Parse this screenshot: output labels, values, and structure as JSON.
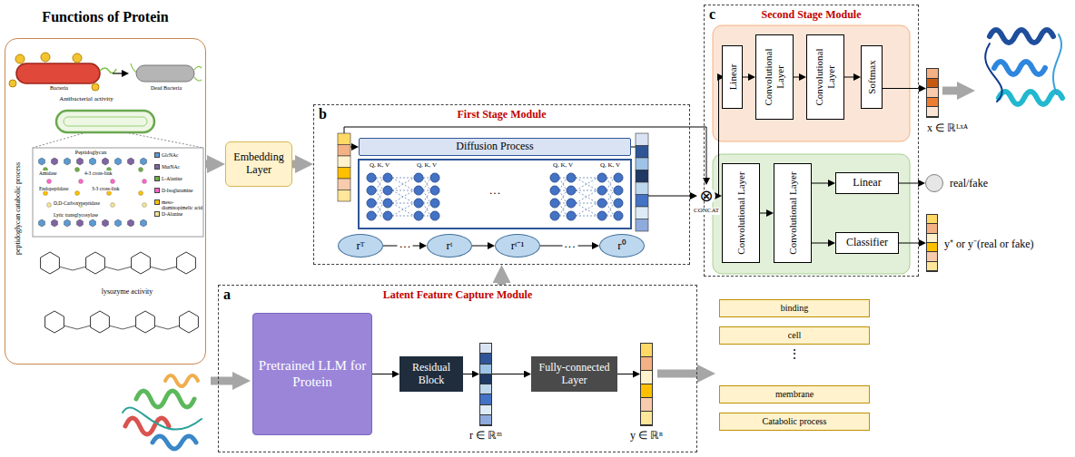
{
  "diagram": {
    "nodes": [
      {
        "text": [
          "Functions of Protein"
        ]
      },
      {
        "text": [
          "Embedding Layer"
        ]
      },
      {
        "text": [
          "b",
          "First Stage Module"
        ]
      },
      {
        "text": [
          "Diffusion Process"
        ],
        "in": 2
      },
      {
        "text": [
          "rᵀ"
        ],
        "in": 2
      },
      {
        "text": [
          "rᵗ"
        ],
        "in": 2
      },
      {
        "text": [
          "rᵗ⁻¹"
        ],
        "in": 2
      },
      {
        "text": [
          "r⁰"
        ],
        "in": 2
      },
      {
        "text": [
          "⊗"
        ]
      },
      {
        "text": [
          "c",
          "Second Stage Module"
        ]
      },
      {
        "text": [
          "Linear"
        ],
        "in": 9
      },
      {
        "text": [
          "Convolutional Layer"
        ],
        "in": 9
      },
      {
        "text": [
          "Convolutional Layer"
        ],
        "in": 9
      },
      {
        "text": [
          "Softmax"
        ],
        "in": 9
      },
      {
        "text": [
          "x ∈ ℝᴸˣᴬ"
        ]
      },
      {
        "text": [
          "Convolutional Layer"
        ],
        "in": 9
      },
      {
        "text": [
          "Convolutional Layer"
        ],
        "in": 9
      },
      {
        "text": [
          "Linear"
        ],
        "in": 9
      },
      {
        "text": [
          "Classifier"
        ],
        "in": 9
      },
      {
        "text": [
          "real/fake"
        ]
      },
      {
        "text": [
          "y⁺ or y⁻(real or fake)"
        ]
      },
      {
        "text": [
          "a",
          "Latent Feature Capture Module"
        ]
      },
      {
        "text": [
          "Pretrained LLM for Protein"
        ],
        "in": 21
      },
      {
        "text": [
          "Residual Block"
        ],
        "in": 21
      },
      {
        "text": [
          "r ∈ ℝᵐ"
        ],
        "in": 21
      },
      {
        "text": [
          "Fully-connected Layer"
        ],
        "in": 21
      },
      {
        "text": [
          "y ∈ ℝⁿ"
        ],
        "in": 21
      },
      {
        "text": [
          "binding"
        ]
      },
      {
        "text": [
          "cell"
        ]
      },
      {
        "text": [
          "membrane"
        ]
      },
      {
        "text": [
          "Catabolic process"
        ]
      }
    ],
    "edges": [
      {
        "from": 0,
        "to": 1,
        "arrow": "to"
      },
      {
        "from": 1,
        "to": 2,
        "arrow": "to"
      },
      {
        "from": 4,
        "to": 5,
        "arrow": "to",
        "label": "···"
      },
      {
        "from": 5,
        "to": 6,
        "arrow": "to"
      },
      {
        "from": 6,
        "to": 7,
        "arrow": "to",
        "label": "···"
      },
      {
        "from": 2,
        "to": 8,
        "arrow": "to"
      },
      {
        "from": 8,
        "to": 10,
        "arrow": "to"
      },
      {
        "from": 8,
        "to": 15,
        "arrow": "to"
      },
      {
        "from": 10,
        "to": 11,
        "arrow": "to"
      },
      {
        "from": 11,
        "to": 12,
        "arrow": "to"
      },
      {
        "from": 12,
        "to": 13,
        "arrow": "to"
      },
      {
        "from": 13,
        "to": 14,
        "arrow": "to"
      },
      {
        "from": 15,
        "to": 16,
        "arrow": "to"
      },
      {
        "from": 16,
        "to": 17,
        "arrow": "to"
      },
      {
        "from": 16,
        "to": 18,
        "arrow": "to"
      },
      {
        "from": 17,
        "to": 19,
        "arrow": "to"
      },
      {
        "from": 18,
        "to": 20,
        "arrow": "to"
      },
      {
        "from": 21,
        "to": 2,
        "arrow": "to"
      },
      {
        "from": 22,
        "to": 23,
        "arrow": "to"
      },
      {
        "from": 23,
        "to": 24,
        "arrow": "to"
      },
      {
        "from": 24,
        "to": 25,
        "arrow": "to"
      },
      {
        "from": 25,
        "to": 26,
        "arrow": "to"
      }
    ],
    "labels": [
      "Antibacterial activity",
      "Bacteria",
      "Dead Bacteria",
      "peptidoglycan catabolic process",
      "Peptidoglycan",
      "Amidase",
      "4-3 cross-link",
      "Endopeptidase",
      "3-3 cross-link",
      "D,D-Carboxypeptidase",
      "Lytic transglycosylase",
      "lysozyme activity",
      "Q, K, V",
      "Q, K, V",
      "Q, K, V",
      "Q, K, V",
      "···",
      "CONCAT",
      "⋮"
    ],
    "legend": [
      {
        "text": "GlcNAc",
        "color": "#5b9bd5"
      },
      {
        "text": "MurNAc",
        "color": "#8064a2"
      },
      {
        "text": "L-Alanine",
        "color": "#70ad47"
      },
      {
        "text": "D-Isoglutamine",
        "color": "#ff66cc"
      },
      {
        "text": "meso-diaminopimelic acid",
        "color": "#ffc000"
      },
      {
        "text": "D-Alanine",
        "color": "#f2e394"
      }
    ]
  }
}
